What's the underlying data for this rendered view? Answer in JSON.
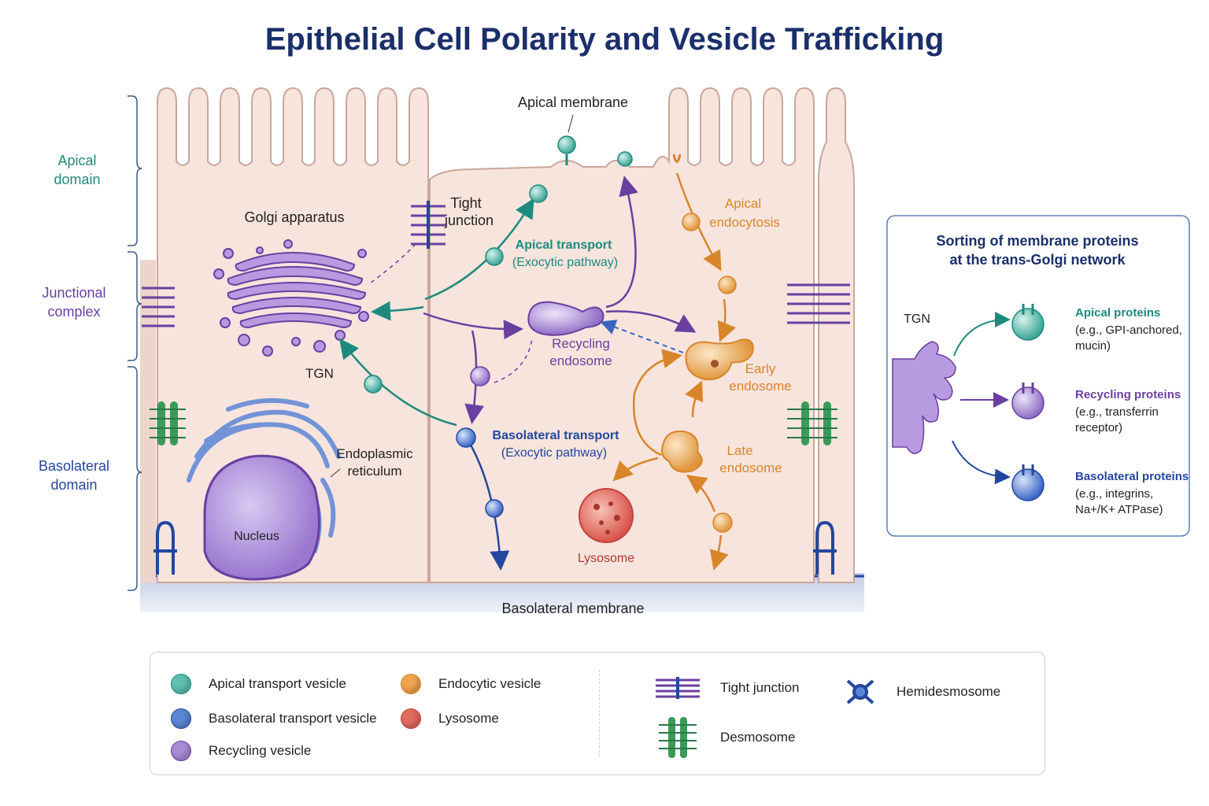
{
  "title": "Epithelial Cell Polarity and Vesicle Trafficking",
  "domains": {
    "apical": [
      "Apical",
      "domain"
    ],
    "junctional": [
      "Junctional",
      "complex"
    ],
    "basolateral": [
      "Basolateral",
      "domain"
    ]
  },
  "labels": {
    "apical_membrane": "Apical membrane",
    "tight_junction": [
      "Tight",
      "junction"
    ],
    "golgi": "Golgi apparatus",
    "apical_transport": [
      "Apical transport",
      "(Exocytic pathway)"
    ],
    "apical_endocytosis": [
      "Apical",
      "endocytosis"
    ],
    "recycling_endosome": [
      "Recycling",
      "endosome"
    ],
    "early_endosome": [
      "Early",
      "endosome"
    ],
    "tgn": "TGN",
    "basolateral_transport": [
      "Basolateral transport",
      "(Exocytic pathway)"
    ],
    "er": [
      "Endoplasmic",
      "reticulum"
    ],
    "late_endosome": [
      "Late",
      "endosome"
    ],
    "nucleus": "Nucleus",
    "lysosome": "Lysosome",
    "basolateral_membrane": "Basolateral membrane"
  },
  "sorting_panel": {
    "title": [
      "Sorting of membrane proteins",
      "at the trans-Golgi network"
    ],
    "tgn": "TGN",
    "items": [
      {
        "name": "Apical proteins",
        "detail": [
          "(e.g., GPI-anchored,",
          "mucin)"
        ],
        "color": "#1e8a7e"
      },
      {
        "name": "Recycling proteins",
        "detail": [
          "(e.g., transferrin",
          "receptor)"
        ],
        "color": "#6a3fa0"
      },
      {
        "name": "Basolateral proteins",
        "detail": [
          "(e.g., integrins,",
          "Na+/K+ ATPase)"
        ],
        "color": "#2446a0"
      }
    ]
  },
  "legend": {
    "vesicles": [
      {
        "label": "Apical transport vesicle",
        "color": "#5fbfb2"
      },
      {
        "label": "Basolateral transport vesicle",
        "color": "#5b86d6"
      },
      {
        "label": "Recycling vesicle",
        "color": "#a98bd4"
      },
      {
        "label": "Endocytic vesicle",
        "color": "#f0a44c"
      },
      {
        "label": "Lysosome",
        "color": "#e36a5e"
      }
    ],
    "structures": [
      {
        "label": "Tight junction",
        "icon": "tight-junction-icon"
      },
      {
        "label": "Hemidesmosome",
        "icon": "hemidesmosome-icon"
      },
      {
        "label": "Desmosome",
        "icon": "desmosome-icon"
      }
    ]
  },
  "colors": {
    "apical": "#1e8a7e",
    "basolateral": "#2446a0",
    "recycling": "#6a3fa0",
    "endocytic": "#d9852a",
    "lysosome": "#d9534a",
    "title": "#1b2f6b"
  }
}
